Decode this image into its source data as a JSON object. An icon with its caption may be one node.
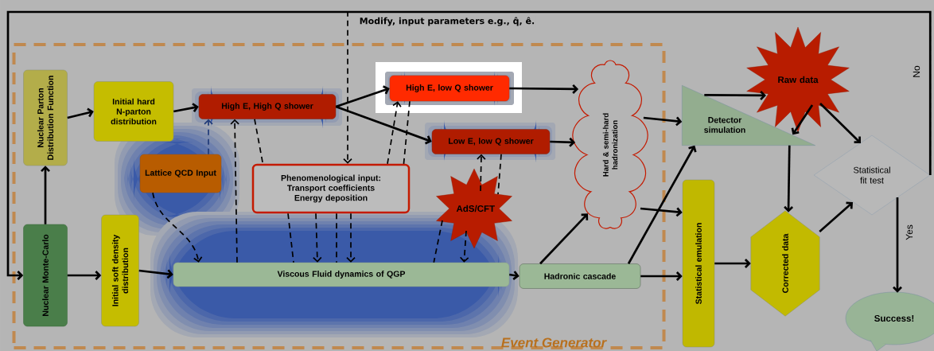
{
  "diagram": {
    "nodes": [
      {
        "text": [
          "Event Generator"
        ]
      },
      {
        "text": [
          "Nuclear Parton Distribution Function"
        ],
        "in": 0
      },
      {
        "text": [
          "Initial hard N-parton distribution"
        ],
        "in": 0
      },
      {
        "text": [
          "High E, High Q shower"
        ],
        "in": 0
      },
      {
        "text": [
          "High E, low Q shower"
        ],
        "in": 0
      },
      {
        "text": [
          "Low E, low Q shower"
        ],
        "in": 0
      },
      {
        "text": [
          "Lattice QCD Input"
        ],
        "in": 0
      },
      {
        "text": [
          "Phenomenological input:",
          "Transport coefficients Energy deposition"
        ],
        "in": 0
      },
      {
        "text": [
          "AdS/CFT"
        ],
        "in": 0
      },
      {
        "text": [
          "Hard & semi-hard hadronization"
        ],
        "in": 0
      },
      {
        "text": [
          "Nuclear Monte-Carlo"
        ],
        "in": 0
      },
      {
        "text": [
          "Initial soft density distribution"
        ],
        "in": 0
      },
      {
        "text": [
          "Viscous Fluid dynamics of QGP"
        ],
        "in": 0
      },
      {
        "text": [
          "Hadronic cascade"
        ],
        "in": 0
      },
      {
        "text": [
          "Detector simulation"
        ]
      },
      {
        "text": [
          "Raw data"
        ]
      },
      {
        "text": [
          "Statistical emulation"
        ]
      },
      {
        "text": [
          "Corrected data"
        ]
      },
      {
        "text": [
          "Statistical fit test"
        ]
      },
      {
        "text": [
          "Success!"
        ]
      }
    ],
    "edges": [
      {
        "from": 1,
        "to": 2,
        "arrow": "to"
      },
      {
        "from": 2,
        "to": 3,
        "arrow": "to"
      },
      {
        "from": 3,
        "to": 4,
        "arrow": "to"
      },
      {
        "from": 3,
        "to": 5,
        "arrow": "to"
      },
      {
        "from": 4,
        "to": 9,
        "arrow": "to"
      },
      {
        "from": 5,
        "to": 9,
        "arrow": "to"
      },
      {
        "from": 10,
        "to": 1,
        "arrow": "to"
      },
      {
        "from": 10,
        "to": 11,
        "arrow": "to"
      },
      {
        "from": 11,
        "to": 12,
        "arrow": "to"
      },
      {
        "from": 12,
        "to": 13,
        "arrow": "to"
      },
      {
        "from": 13,
        "to": 9,
        "arrow": "to"
      },
      {
        "from": 13,
        "to": 14,
        "arrow": "to"
      },
      {
        "from": 13,
        "to": 16,
        "arrow": "to"
      },
      {
        "from": 9,
        "to": 14,
        "arrow": "to"
      },
      {
        "from": 9,
        "to": 16,
        "arrow": "to"
      },
      {
        "from": 14,
        "to": 15,
        "arrow": "to"
      },
      {
        "from": 15,
        "to": 14,
        "arrow": "to"
      },
      {
        "from": 14,
        "to": 17,
        "arrow": "to"
      },
      {
        "from": 15,
        "to": 18,
        "arrow": "to"
      },
      {
        "from": 16,
        "to": 17,
        "arrow": "to"
      },
      {
        "from": 17,
        "to": 18,
        "arrow": "to"
      },
      {
        "from": 18,
        "to": 19,
        "arrow": "to",
        "label": "Yes"
      },
      {
        "from": 18,
        "to": 10,
        "arrow": "to",
        "label": "No"
      },
      {
        "from": 18,
        "to": 7,
        "arrow": "to",
        "style": "dashed",
        "label": "Modify, input parameters e.g., q̂, ê."
      },
      {
        "from": 6,
        "to": 12,
        "arrow": "to",
        "style": "dashed"
      },
      {
        "from": 6,
        "to": 3,
        "arrow": "to",
        "style": "dashed",
        "color": "#1f3a78"
      },
      {
        "from": 12,
        "to": 3,
        "arrow": "to",
        "style": "dashed"
      },
      {
        "from": 3,
        "to": 7,
        "arrow": "none",
        "style": "dashed"
      },
      {
        "from": 7,
        "to": 12,
        "arrow": "none",
        "style": "dashed"
      },
      {
        "from": 7,
        "to": 12,
        "arrow": "to",
        "style": "dashed"
      },
      {
        "from": 7,
        "to": 12,
        "arrow": "none",
        "style": "dashed"
      },
      {
        "from": 7,
        "to": 12,
        "arrow": "to",
        "style": "dashed"
      },
      {
        "from": 7,
        "to": 4,
        "arrow": "to",
        "style": "dashed"
      },
      {
        "from": 4,
        "to": 7,
        "arrow": "none",
        "style": "dashed"
      },
      {
        "from": 8,
        "to": 5,
        "arrow": "to",
        "style": "dashed"
      },
      {
        "from": 5,
        "to": 8,
        "arrow": "none",
        "style": "dashed"
      },
      {
        "from": 8,
        "to": 12,
        "arrow": "none",
        "style": "dashed"
      },
      {
        "from": 8,
        "to": 12,
        "arrow": "to",
        "style": "dashed"
      }
    ]
  }
}
